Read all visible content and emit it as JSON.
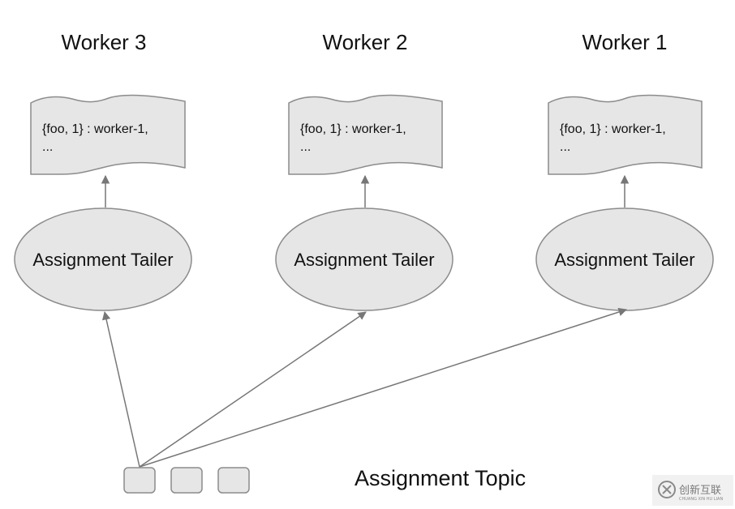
{
  "workers": [
    {
      "title": "Worker 3",
      "doc_line1": "{foo, 1} : worker-1,",
      "doc_line2": "...",
      "tailer_label": "Assignment Tailer"
    },
    {
      "title": "Worker 2",
      "doc_line1": "{foo, 1} : worker-1,",
      "doc_line2": "...",
      "tailer_label": "Assignment Tailer"
    },
    {
      "title": "Worker 1",
      "doc_line1": "{foo, 1} : worker-1,",
      "doc_line2": "...",
      "tailer_label": "Assignment Tailer"
    }
  ],
  "topic": {
    "label": "Assignment Topic"
  },
  "watermark": {
    "text": "创新互联",
    "subtext": "CHUANG XIN HU LIAN"
  },
  "colors": {
    "shape_fill": "#e6e6e6",
    "shape_stroke": "#8c8c8c",
    "arrow": "#777777"
  }
}
